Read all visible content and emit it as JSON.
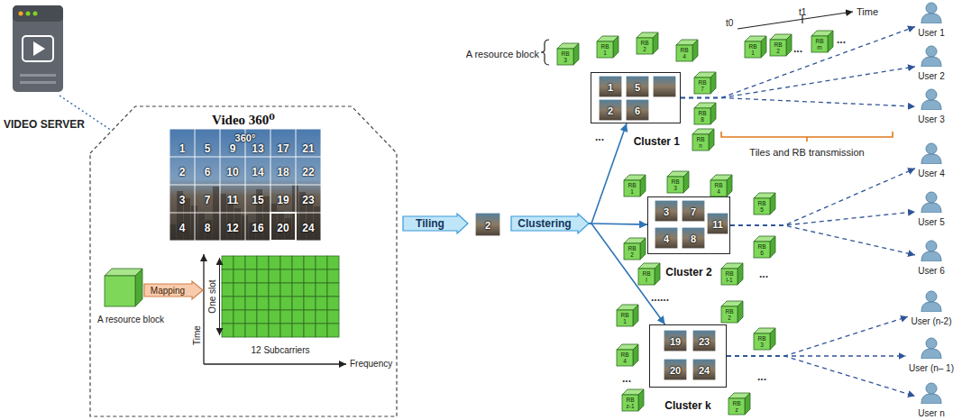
{
  "diagram": {
    "nodes": [
      {
        "text": [
          "Video 360⁰"
        ]
      },
      {
        "text": [
          "Mapping"
        ],
        "in": 0
      },
      {
        "text": [
          "Tiling"
        ]
      },
      {
        "text": [
          "Clustering"
        ]
      },
      {
        "text": [
          "Cluster 1"
        ]
      },
      {
        "text": [
          "RB 3"
        ]
      },
      {
        "text": [
          "RB 1"
        ]
      },
      {
        "text": [
          "RB 2"
        ]
      },
      {
        "text": [
          "RB 4"
        ]
      },
      {
        "text": [
          "RB 7"
        ]
      },
      {
        "text": [
          "RB 8"
        ]
      },
      {
        "text": [
          "RB n"
        ]
      },
      {
        "text": [
          "RB 1"
        ]
      },
      {
        "text": [
          "RB 2"
        ]
      },
      {
        "text": [
          "RB m"
        ]
      },
      {
        "text": [
          "User 1"
        ]
      },
      {
        "text": [
          "User 2"
        ]
      },
      {
        "text": [
          "User 3"
        ]
      },
      {
        "text": [
          "Cluster 2"
        ]
      },
      {
        "text": [
          "RB 1"
        ]
      },
      {
        "text": [
          "RB 3"
        ]
      },
      {
        "text": [
          "RB 4"
        ]
      },
      {
        "text": [
          "RB 5"
        ]
      },
      {
        "text": [
          "RB 2"
        ]
      },
      {
        "text": [
          "RB 6"
        ]
      },
      {
        "text": [
          "RB l"
        ]
      },
      {
        "text": [
          "RB l-1"
        ]
      },
      {
        "text": [
          "User 4"
        ]
      },
      {
        "text": [
          "User 5"
        ]
      },
      {
        "text": [
          "User 6"
        ]
      },
      {
        "text": [
          "Cluster k"
        ]
      },
      {
        "text": [
          "RB 1"
        ]
      },
      {
        "text": [
          "RB 2"
        ]
      },
      {
        "text": [
          "RB 3"
        ]
      },
      {
        "text": [
          "RB 4"
        ]
      },
      {
        "text": [
          "RB z-1"
        ]
      },
      {
        "text": [
          "RB z"
        ]
      },
      {
        "text": [
          "User (n-2)"
        ]
      },
      {
        "text": [
          "User (n– 1)"
        ]
      },
      {
        "text": [
          "User n"
        ]
      }
    ],
    "edges": [
      {
        "from": 3,
        "to": 4,
        "arrow": "to"
      },
      {
        "from": 3,
        "to": 18,
        "arrow": "to"
      },
      {
        "from": 3,
        "to": 30,
        "arrow": "to"
      },
      {
        "from": 4,
        "to": 15,
        "arrow": "to"
      },
      {
        "from": 4,
        "to": 16,
        "arrow": "to"
      },
      {
        "from": 4,
        "to": 17,
        "arrow": "to"
      },
      {
        "from": 18,
        "to": 27,
        "arrow": "to"
      },
      {
        "from": 18,
        "to": 28,
        "arrow": "to"
      },
      {
        "from": 18,
        "to": 29,
        "arrow": "to"
      },
      {
        "from": 30,
        "to": 37,
        "arrow": "to"
      },
      {
        "from": 30,
        "to": 38,
        "arrow": "to"
      },
      {
        "from": 30,
        "to": 39,
        "arrow": "to"
      }
    ],
    "labels": [
      "VIDEO SERVER",
      "1",
      "2",
      "3",
      "4",
      "5",
      "6",
      "7",
      "8",
      "9",
      "10",
      "11",
      "12",
      "13",
      "14",
      "15",
      "16",
      "17",
      "18",
      "19",
      "20",
      "21",
      "22",
      "23",
      "24",
      "360°",
      "One slot",
      "Time",
      "12 Subcarriers",
      "Frequency",
      "A resource block",
      "2",
      "A resource block",
      "1",
      "5",
      "2",
      "6",
      "...",
      "t0",
      "t1",
      "Time",
      "...",
      "...",
      "Tiles and RB transmission",
      "3",
      "7",
      "4",
      "8",
      "11",
      "...",
      "......",
      "19",
      "23",
      "20",
      "24",
      "...",
      "..."
    ]
  }
}
